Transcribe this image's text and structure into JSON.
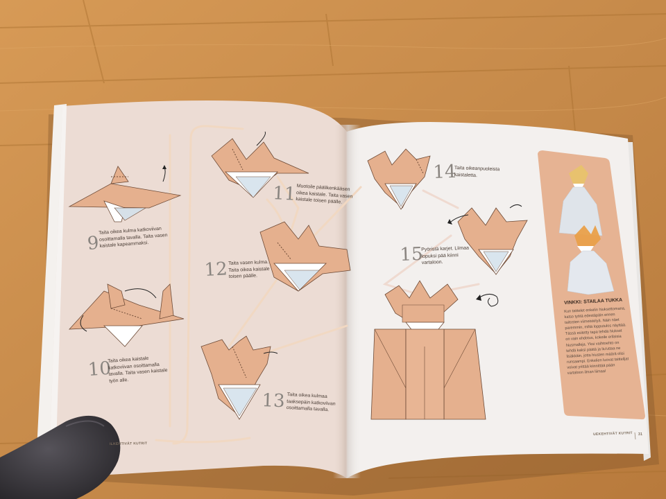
{
  "steps": [
    {
      "number": "9",
      "text": "Taita oikea kulma katkoviivan\nosoittamalla tavalla. Taita vasen\nkaistale kapeammaksi."
    },
    {
      "number": "10",
      "text": "Taita oikea kaistale\nkatkoviivan osoittamalla\ntavalla. Taita vasen kaistale\ntyön alle."
    },
    {
      "number": "11",
      "text": "Muotoile päälikenkääsen\noikea kaistale. Taita vasen\nkaistale toisen päälle."
    },
    {
      "number": "12",
      "text": "Taita vasen kulma.\nTaita oikea kaistale\ntoisen päälle."
    },
    {
      "number": "13",
      "text": "Taita oikea kulmaa\ntaaksepäin katkoviivan\nosoittamalla tavalla."
    },
    {
      "number": "14",
      "text": "Taita oikeanpuoleista\nkaistaletta."
    },
    {
      "number": "15",
      "text": "Pyöristä karjet. Liimaa\nlopuksi pää kiinni\nvartaloon."
    }
  ],
  "tip": {
    "title": "VINKKI: STAILAA TUKKA",
    "body": "Kun taittelet enkelin hiuksettomana,\nkatso työtä edestäpäin ennen\ntaitosten viimeistelyä. Näin näet\nparemmin, miltä lopputulos näyttää.\nTässä esitetty tapa tehdä hiukset\non vain ehdotus, kokeile erilaisia\nhiusmalleja. Yksi vaihtoehto on\ntehdä kaksi päätä ja liu'uttaa ne\nlisäkkäin, jotta hiusten määrä olisi\nrunsaampi. Enkelien luovat taittelijat\nvoivat yrittää kiinnittää pään\nvartaloon ilman liimaa!"
  },
  "footer": {
    "left": "ILKEHTIVÄT KUTRIT",
    "right": "UEKEHTIVÄT KUTRIT",
    "page_number": "31"
  },
  "colors": {
    "wood": "#c98f4f",
    "left_page_bg": "#ecdcd4",
    "right_page_bg": "#f3f0ee",
    "sidebar_bg": "#e6b393",
    "paper_orange": "#e5b08e",
    "paper_white": "#ffffff",
    "path_line": "#f1d8c2",
    "glove": "#3c3a3e"
  }
}
